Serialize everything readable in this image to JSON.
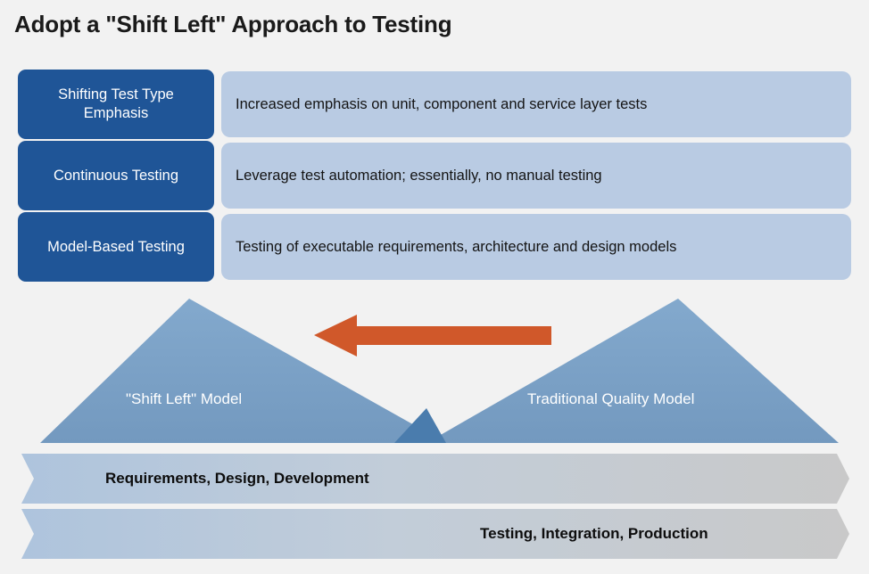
{
  "slide": {
    "title": "Adopt a \"Shift Left\" Approach to Testing",
    "background_color": "#f2f2f2"
  },
  "colors": {
    "label_blue": "#1f5597",
    "desc_light_blue": "#b9cbe3",
    "triangle_blue": "#7ba3c9",
    "triangle_overlap_blue": "#4a7cad",
    "arrow_orange": "#d0582a",
    "banner_gradient_start": "#aec4dd",
    "banner_gradient_end": "#c9c9c9",
    "title_text": "#1a1a1a"
  },
  "rows": [
    {
      "label": "Shifting Test Type Emphasis",
      "description": "Increased emphasis on unit, component and service layer tests"
    },
    {
      "label": "Continuous Testing",
      "description": "Leverage test automation; essentially, no manual testing"
    },
    {
      "label": "Model-Based Testing",
      "description": "Testing of executable requirements, architecture and design models"
    }
  ],
  "diagram": {
    "left_triangle_label": "\"Shift Left\" Model",
    "right_triangle_label": "Traditional Quality Model",
    "arrow": {
      "name": "left-pointing-arrow",
      "direction": "left",
      "color": "#d0582a"
    }
  },
  "banners": [
    {
      "text": "Requirements, Design, Development"
    },
    {
      "text": "Testing, Integration, Production"
    }
  ]
}
